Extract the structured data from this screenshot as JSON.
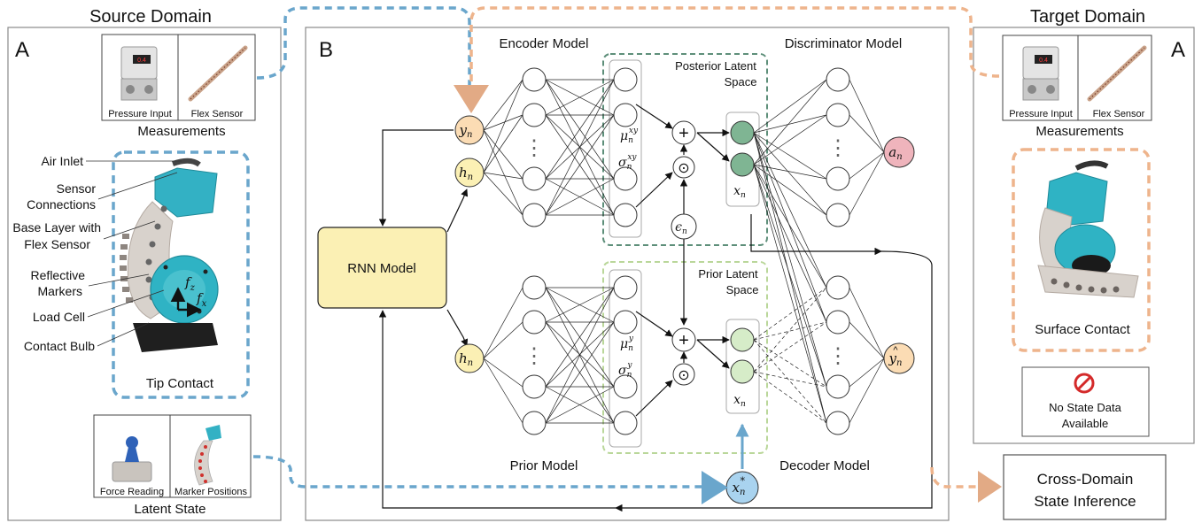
{
  "source_panel": {
    "title": "Source Domain",
    "letter": "A",
    "measurement_captions": [
      "Pressure Input",
      "Flex Sensor"
    ],
    "measurements_label": "Measurements",
    "gripper_labels": [
      "Air Inlet",
      "Sensor",
      "Connections",
      "Base Layer with",
      "Flex Sensor",
      "Reflective",
      "Markers",
      "Load Cell",
      "Contact Bulb"
    ],
    "force_symbols": [
      "f",
      "z",
      "f",
      "x"
    ],
    "tip_contact_label": "Tip Contact",
    "latent_captions": [
      "Force Reading",
      "Marker Positions"
    ],
    "latent_state_label": "Latent State"
  },
  "target_panel": {
    "title": "Target Domain",
    "letter": "A",
    "measurement_captions": [
      "Pressure Input",
      "Flex Sensor"
    ],
    "measurements_label": "Measurements",
    "surface_contact_label": "Surface Contact",
    "no_state_lines": [
      "No State Data",
      "Available"
    ]
  },
  "model_panel": {
    "letter": "B",
    "encoder_label": "Encoder Model",
    "discriminator_label": "Discriminator Model",
    "prior_label": "Prior Model",
    "decoder_label": "Decoder Model",
    "rnn_label": "RNN Model",
    "posterior_space": [
      "Posterior Latent",
      "Space"
    ],
    "prior_space": [
      "Prior Latent",
      "Space"
    ],
    "symbols": {
      "y": "y",
      "h": "h",
      "a": "a",
      "x": "x",
      "eps": "ϵ",
      "mu": "μ",
      "sigma": "σ",
      "sub_n": "n",
      "sup_xy": "xy",
      "sup_y": "y",
      "star": "*",
      "hat": "^",
      "plus": "+",
      "odot": "⊙",
      "dots": "⋮"
    }
  },
  "cross_domain_lines": [
    "Cross-Domain",
    "State Inference"
  ],
  "colors": {
    "blue_dashed": "#6aa6cc",
    "orange_dashed": "#eeb48c",
    "posterior_box": "#5e8f7a",
    "prior_box": "#bad79a",
    "y_node": "#fbdcb4",
    "h_node": "#fbf0b4",
    "a_node": "#efb4bc",
    "x_post_node": "#7fb593",
    "x_prior_node": "#d6ecc8",
    "x_star_node": "#a9d3ef",
    "rnn_box": "#fbf0b4",
    "teal": "#33b1c4",
    "no_symbol": "#d42a2a"
  }
}
